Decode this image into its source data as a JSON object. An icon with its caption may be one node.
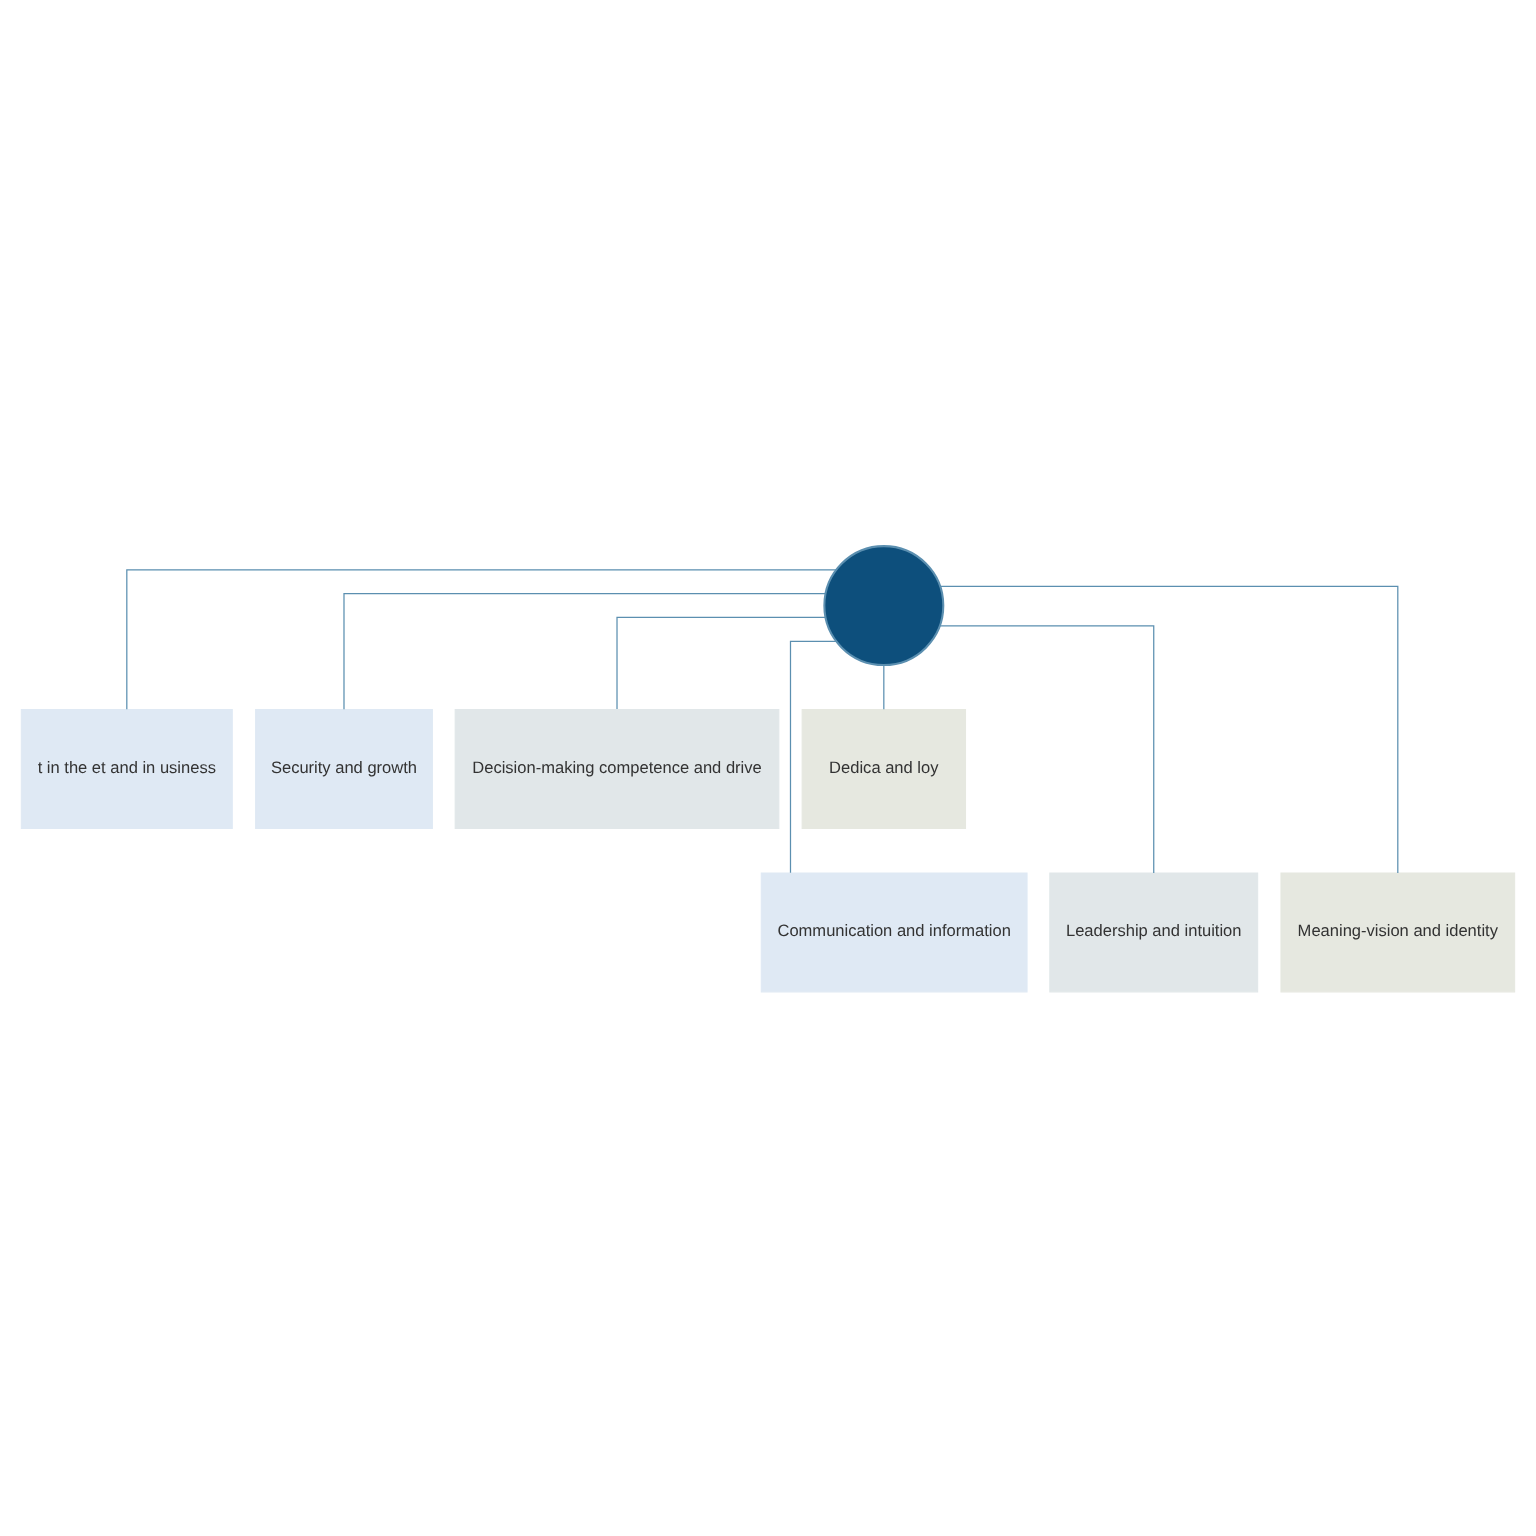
{
  "diagram": {
    "nodes": [
      {
        "text": [],
        "shape": "circle"
      },
      {
        "text": [
          "t in the et and in usiness"
        ]
      },
      {
        "text": [
          "Security and growth"
        ]
      },
      {
        "text": [
          "Decision-making competence and drive"
        ]
      },
      {
        "text": [
          "Dedica and loy"
        ]
      },
      {
        "text": [
          "Communication and information"
        ]
      },
      {
        "text": [
          "Leadership and intuition"
        ]
      },
      {
        "text": [
          "Meaning-vision and identity"
        ]
      }
    ],
    "edges": [
      {
        "from": 0,
        "to": 1,
        "arrow": "none"
      },
      {
        "from": 0,
        "to": 5,
        "arrow": "none"
      },
      {
        "from": 0,
        "to": 2,
        "arrow": "none"
      },
      {
        "from": 0,
        "to": 6,
        "arrow": "none"
      },
      {
        "from": 0,
        "to": 3,
        "arrow": "none"
      },
      {
        "from": 0,
        "to": 7,
        "arrow": "none"
      },
      {
        "from": 0,
        "to": 4,
        "arrow": "none"
      }
    ]
  }
}
